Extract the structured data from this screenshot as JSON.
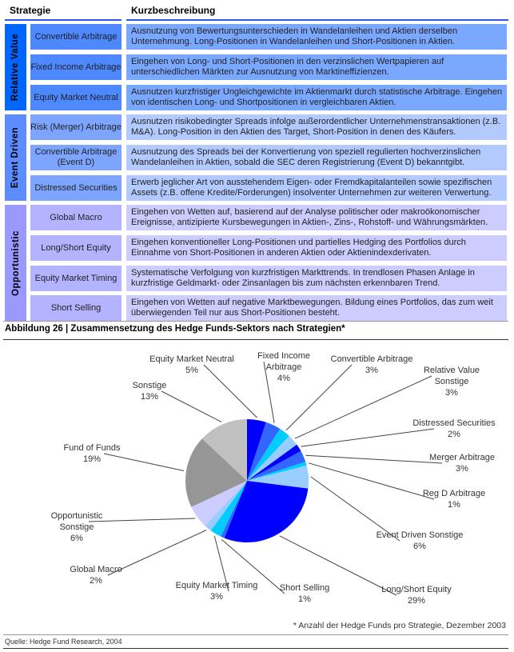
{
  "table": {
    "header_strategy": "Strategie",
    "header_description": "Kurzbeschreibung",
    "groups": [
      {
        "label": "Relative Value",
        "rows": [
          {
            "strategy": "Convertible Arbitrage",
            "description": "Ausnutzung von Bewertungsunterschieden in Wandelanleihen und Aktien derselben Unternehmung. Long-Positionen in Wandelanleihen und Short-Positionen in Aktien."
          },
          {
            "strategy": "Fixed Income Arbitrage",
            "description": "Eingehen von Long- und Short-Positionen in den verzinslichen Wertpapieren auf unterschiedlichen Märkten zur Ausnutzung von Marktineffizienzen."
          },
          {
            "strategy": "Equity Market Neutral",
            "description": "Ausnutzen kurzfristiger Ungleichgewichte im Aktienmarkt durch statistische Arbitrage. Eingehen von identischen Long- und Shortpositionen in vergleichbaren Aktien."
          }
        ]
      },
      {
        "label": "Event Driven",
        "rows": [
          {
            "strategy": "Risk (Merger) Arbitrage",
            "description": "Ausnutzen risikobedingter Spreads infolge außerordentlicher Unternehmenstransaktionen (z.B. M&A). Long-Position in den Aktien des Target, Short-Position in denen des Käufers."
          },
          {
            "strategy": "Convertible Arbitrage (Event D)",
            "description": "Ausnutzung des Spreads bei der Konvertierung von speziell regulierten hochverzinslichen Wandelanleihen in Aktien, sobald die SEC deren Registrierung (Event D) bekanntgibt."
          },
          {
            "strategy": "Distressed Securities",
            "description": "Erwerb jeglicher Art von ausstehendem Eigen- oder Fremdkapitalanteilen sowie spezifischen Assets (z.B. offene Kredite/Forderungen) insolventer Unternehmen zur weiteren Verwertung."
          }
        ]
      },
      {
        "label": "Opportunistic",
        "rows": [
          {
            "strategy": "Global Macro",
            "description": "Eingehen von Wetten auf, basierend auf der Analyse politischer oder makroökonomischer Ereignisse, antizipierte Kursbewegungen in Aktien-, Zins-, Rohstoff- und Währungsmärkten."
          },
          {
            "strategy": "Long/Short Equity",
            "description": "Eingehen konventioneller Long-Positionen und partielles Hedging des Portfolios durch Einnahme von Short-Positionen in anderen Aktien oder Aktienindexderivaten."
          },
          {
            "strategy": "Equity Market Timing",
            "description": "Systematische Verfolgung von kurzfristigen Markttrends. In trendlosen Phasen Anlage in kurzfristige Geldmarkt- oder Zinsanlagen bis zum nächsten erkennbaren Trend."
          },
          {
            "strategy": "Short Selling",
            "description": "Eingehen von Wetten auf negative Marktbewegungen. Bildung eines Portfolios, das zum weit überwiegenden Teil nur aus Short-Positionen besteht."
          }
        ]
      }
    ]
  },
  "figure_caption": "Abbildung 26 | Zusammensetzung des Hedge Funds-Sektors nach Strategien*",
  "chart_data": {
    "type": "pie",
    "title": "Zusammensetzung des Hedge Funds-Sektors nach Strategien",
    "unit": "%",
    "slices": [
      {
        "label": "Equity Market Neutral",
        "value": 5,
        "pct": "5%",
        "color": "#0000ff"
      },
      {
        "label": "Fixed Income Arbitrage",
        "value": 4,
        "pct": "4%",
        "color": "#3366ff"
      },
      {
        "label": "Convertible Arbitrage",
        "value": 3,
        "pct": "3%",
        "color": "#00ccff"
      },
      {
        "label": "Relative Value Sonstige",
        "value": 3,
        "pct": "3%",
        "color": "#99ccff"
      },
      {
        "label": "Distressed Securities",
        "value": 2,
        "pct": "2%",
        "color": "#0000ff"
      },
      {
        "label": "Merger Arbitrage",
        "value": 3,
        "pct": "3%",
        "color": "#3366ff"
      },
      {
        "label": "Reg D Arbitrage",
        "value": 1,
        "pct": "1%",
        "color": "#00ccff"
      },
      {
        "label": "Event Driven Sonstige",
        "value": 6,
        "pct": "6%",
        "color": "#99ccff"
      },
      {
        "label": "Long/Short Equity",
        "value": 29,
        "pct": "29%",
        "color": "#0000ff"
      },
      {
        "label": "Short Selling",
        "value": 1,
        "pct": "1%",
        "color": "#3366ff"
      },
      {
        "label": "Equity Market Timing",
        "value": 3,
        "pct": "3%",
        "color": "#00ccff"
      },
      {
        "label": "Global Macro",
        "value": 2,
        "pct": "2%",
        "color": "#99ccff"
      },
      {
        "label": "Opportunistic Sonstige",
        "value": 6,
        "pct": "6%",
        "color": "#ccccff"
      },
      {
        "label": "Fund of Funds",
        "value": 19,
        "pct": "19%",
        "color": "#969696"
      },
      {
        "label": "Sonstige",
        "value": 13,
        "pct": "13%",
        "color": "#c0c0c0"
      }
    ]
  },
  "footnote": "* Anzahl der Hedge Funds pro Strategie, Dezember 2003",
  "source": "Quelle: Hedge Fund Research, 2004"
}
